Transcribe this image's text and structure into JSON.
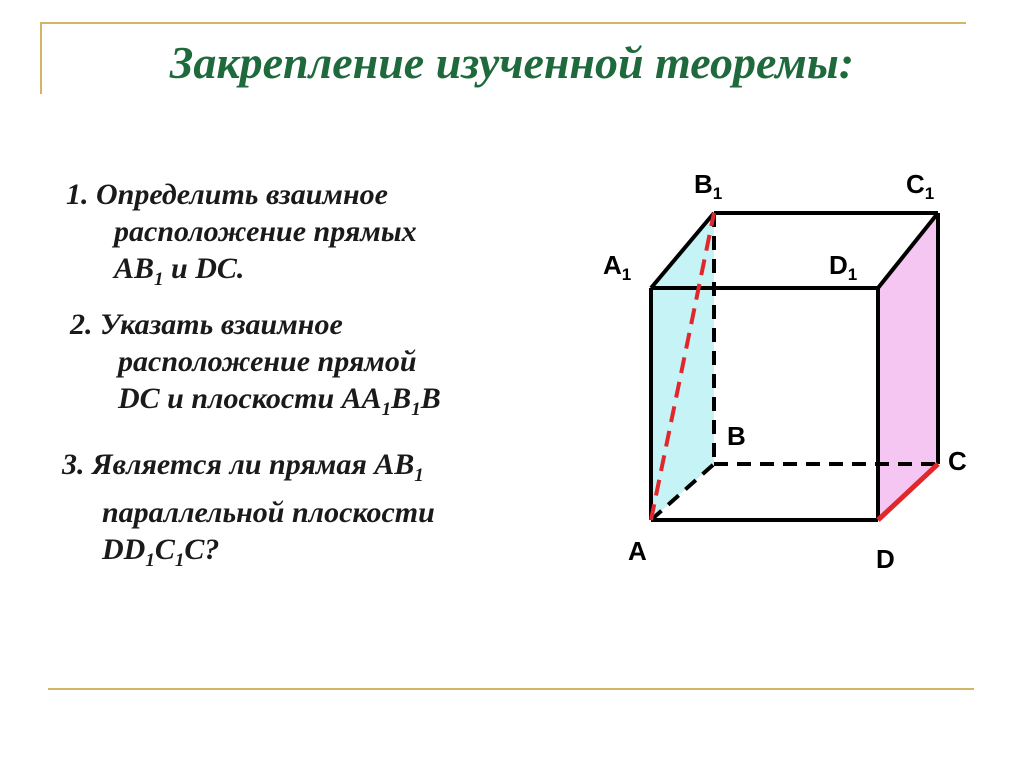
{
  "title": "Закрепление изученной теоремы:",
  "tasks": {
    "t1": {
      "l1": "1. Определить взаимное",
      "l2": "расположение  прямых",
      "l3a": "AB",
      "l3s": "1",
      "l3b": " и DC."
    },
    "t2": {
      "l1": "2. Указать взаимное",
      "l2": "расположение  прямой",
      "l3a": "DC и плоскости AA",
      "l3s1": "1",
      "l3b": "B",
      "l3s2": "1",
      "l3c": "B"
    },
    "t3": {
      "l1a": "3. Является ли прямая AB",
      "l1s": "1",
      "l2": "параллельной  плоскости",
      "l3a": "DD",
      "l3s1": "1",
      "l3b": "C",
      "l3s2": "1",
      "l3c": "C?"
    }
  },
  "vertices": {
    "A": "A",
    "B": "B",
    "C": "C",
    "D": "D",
    "A1": {
      "letter": "A",
      "sub": "1"
    },
    "B1": {
      "letter": "B",
      "sub": "1"
    },
    "C1": {
      "letter": "C",
      "sub": "1"
    },
    "D1": {
      "letter": "D",
      "sub": "1"
    }
  },
  "colors": {
    "title": "#1f6a3c",
    "rule": "#d4b467",
    "face_left": "#c6f3f6",
    "face_right": "#f6c6f2",
    "dashed_red": "#e0282c",
    "edge_red": "#e0282c"
  }
}
